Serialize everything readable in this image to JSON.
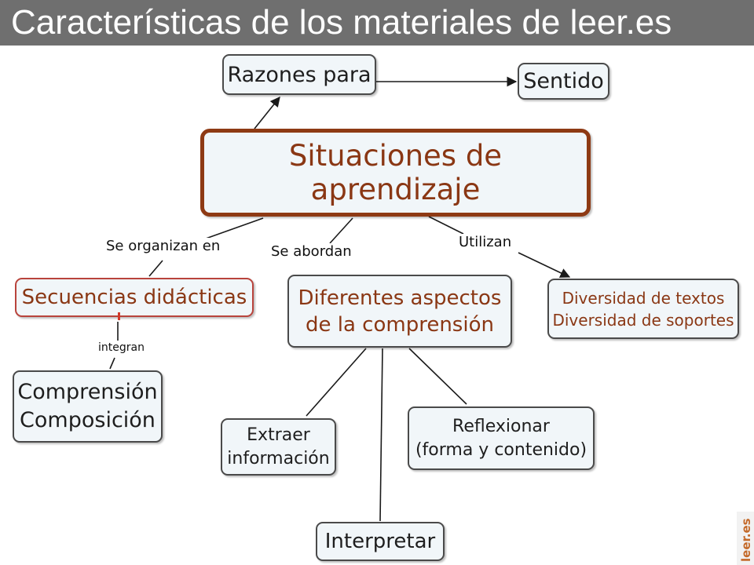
{
  "title": "Características de los materiales de leer.es",
  "logo_text": "leer.es",
  "colors": {
    "title_bar": "#6f6f6f",
    "main_border": "#8e3a14",
    "brown_text": "#8a3714",
    "node_fill": "#f1f6f9",
    "line": "#1a1a1a"
  },
  "nodes": {
    "razones": "Razones para",
    "sentido": "Sentido",
    "situaciones": "Situaciones de aprendizaje",
    "secuencias": "Secuencias didácticas",
    "aspectos": "Diferentes aspectos\nde la comprensión",
    "diversidad": "Diversidad de textos\nDiversidad de soportes",
    "comprension": "Comprensión\nComposición",
    "extraer": "Extraer\ninformación",
    "reflexionar": "Reflexionar\n(forma y contenido)",
    "interpretar": "Interpretar"
  },
  "links": {
    "organizan": "Se organizan en",
    "abordan": "Se abordan",
    "utilizan": "Utilizan",
    "integran": "integran"
  }
}
